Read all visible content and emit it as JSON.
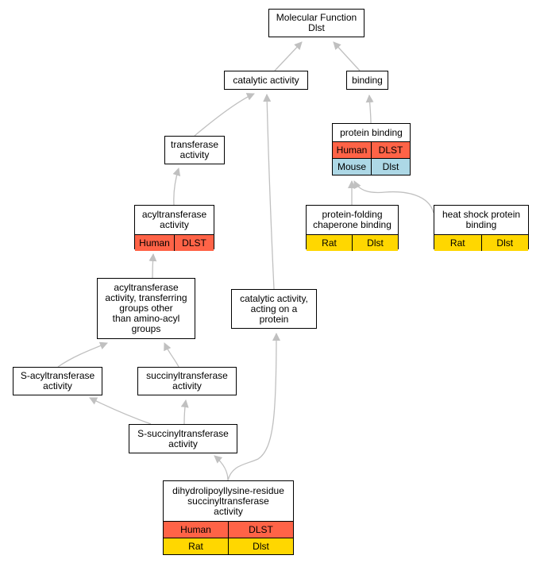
{
  "nodes": [
    {
      "id": "mf",
      "label": "Molecular Function\nDlst",
      "rows": []
    },
    {
      "id": "catalytic",
      "label": "catalytic activity",
      "rows": []
    },
    {
      "id": "binding",
      "label": "binding",
      "rows": []
    },
    {
      "id": "protein_binding",
      "label": "protein binding",
      "rows": [
        {
          "cells": [
            {
              "text": "Human",
              "color": "#ff6347"
            },
            {
              "text": "DLST",
              "color": "#ff6347"
            }
          ]
        },
        {
          "cells": [
            {
              "text": "Mouse",
              "color": "#add8e6"
            },
            {
              "text": "Dlst",
              "color": "#add8e6"
            }
          ]
        }
      ]
    },
    {
      "id": "transferase",
      "label": "transferase\nactivity",
      "rows": []
    },
    {
      "id": "acyltransferase",
      "label": "acyltransferase\nactivity",
      "rows": [
        {
          "cells": [
            {
              "text": "Human",
              "color": "#ff6347"
            },
            {
              "text": "DLST",
              "color": "#ff6347"
            }
          ]
        }
      ]
    },
    {
      "id": "chaperone",
      "label": "protein-folding\nchaperone binding",
      "rows": [
        {
          "cells": [
            {
              "text": "Rat",
              "color": "#ffd700"
            },
            {
              "text": "Dlst",
              "color": "#ffd700"
            }
          ]
        }
      ]
    },
    {
      "id": "hsp",
      "label": "heat shock protein\nbinding",
      "rows": [
        {
          "cells": [
            {
              "text": "Rat",
              "color": "#ffd700"
            },
            {
              "text": "Dlst",
              "color": "#ffd700"
            }
          ]
        }
      ]
    },
    {
      "id": "acyl_other",
      "label": "acyltransferase\nactivity, transferring\ngroups other\nthan amino-acyl\ngroups",
      "rows": []
    },
    {
      "id": "cat_protein",
      "label": "catalytic activity,\nacting on a\nprotein",
      "rows": []
    },
    {
      "id": "s_acyl",
      "label": "S-acyltransferase\nactivity",
      "rows": []
    },
    {
      "id": "succinyl",
      "label": "succinyltransferase\nactivity",
      "rows": []
    },
    {
      "id": "s_succinyl",
      "label": "S-succinyltransferase\nactivity",
      "rows": []
    },
    {
      "id": "dihydro",
      "label": "dihydrolipoyllysine-residue\nsuccinyltransferase\nactivity",
      "rows": [
        {
          "cells": [
            {
              "text": "Human",
              "color": "#ff6347"
            },
            {
              "text": "DLST",
              "color": "#ff6347"
            }
          ]
        },
        {
          "cells": [
            {
              "text": "Rat",
              "color": "#ffd700"
            },
            {
              "text": "Dlst",
              "color": "#ffd700"
            }
          ]
        }
      ]
    }
  ],
  "edges": [
    {
      "from": "catalytic",
      "to": "mf"
    },
    {
      "from": "binding",
      "to": "mf"
    },
    {
      "from": "transferase",
      "to": "catalytic"
    },
    {
      "from": "cat_protein",
      "to": "catalytic"
    },
    {
      "from": "protein_binding",
      "to": "binding"
    },
    {
      "from": "acyltransferase",
      "to": "transferase"
    },
    {
      "from": "chaperone",
      "to": "protein_binding"
    },
    {
      "from": "hsp",
      "to": "protein_binding"
    },
    {
      "from": "acyl_other",
      "to": "acyltransferase"
    },
    {
      "from": "s_acyl",
      "to": "acyl_other"
    },
    {
      "from": "succinyl",
      "to": "acyl_other"
    },
    {
      "from": "s_succinyl",
      "to": "s_acyl"
    },
    {
      "from": "s_succinyl",
      "to": "succinyl"
    },
    {
      "from": "dihydro",
      "to": "s_succinyl"
    },
    {
      "from": "dihydro",
      "to": "cat_protein"
    }
  ],
  "colors": {
    "edge": "#c0c0c0",
    "human": "#ff6347",
    "mouse": "#add8e6",
    "rat": "#ffd700"
  }
}
